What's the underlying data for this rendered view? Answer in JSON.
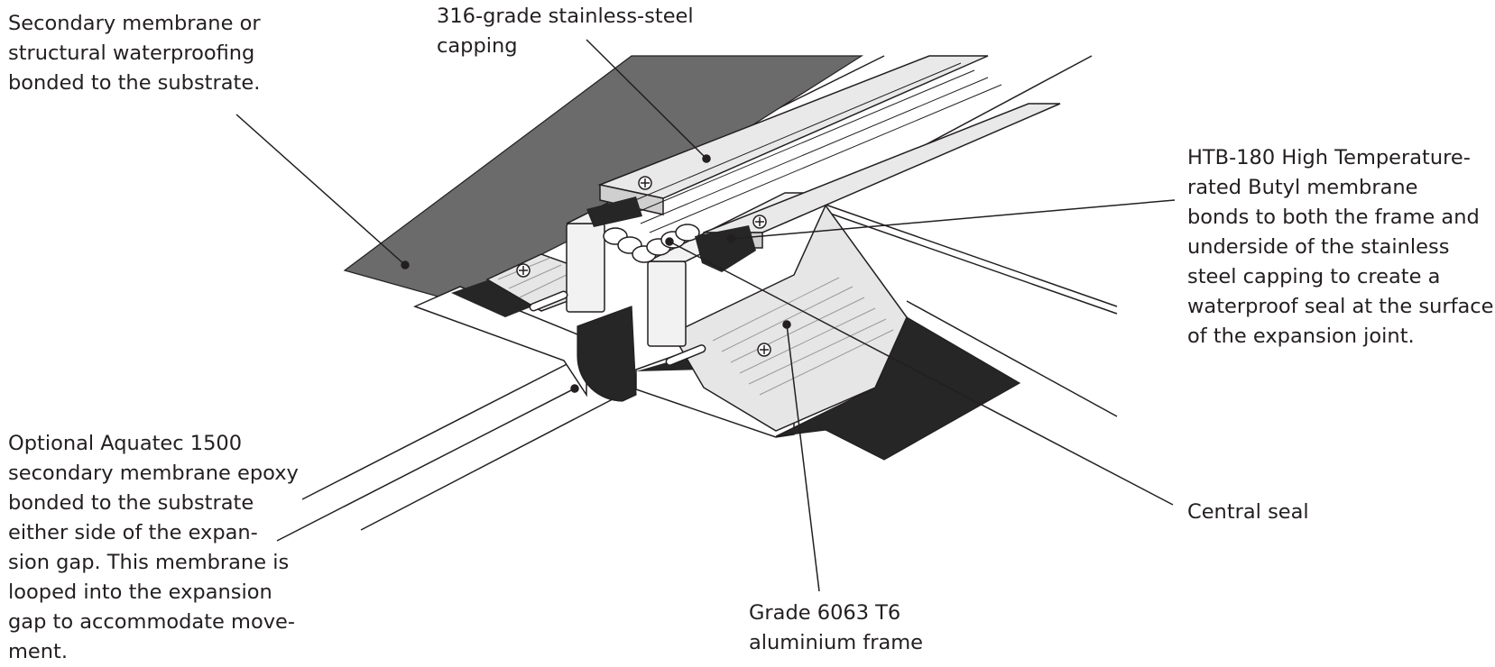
{
  "labels": {
    "secondary_membrane": "Secondary membrane or\nstructural waterproofing\nbonded to the substrate.",
    "capping": "316-grade stainless-steel capping",
    "htb": "HTB-180 High Temperature-\nrated Butyl membrane\nbonds to both the frame and\nunderside of the stainless\nsteel capping to create a\nwaterproof seal at the surface\nof the expansion joint.",
    "aquatec": "Optional Aquatec 1500\nsecondary membrane epoxy\nbonded to the substrate\neither side of the expan-\nsion gap. This membrane is\nlooped into the expansion\ngap to accommodate move-\nment.",
    "central_seal": "Central seal",
    "frame": "Grade 6063 T6\naluminium frame"
  },
  "colors": {
    "ink": "#231f20",
    "membrane_grey": "#6b6b6b",
    "membrane_dark": "#262626",
    "metal_light": "#e6e6e6",
    "metal_mid": "#c9c9c9",
    "substrate": "#ffffff"
  }
}
